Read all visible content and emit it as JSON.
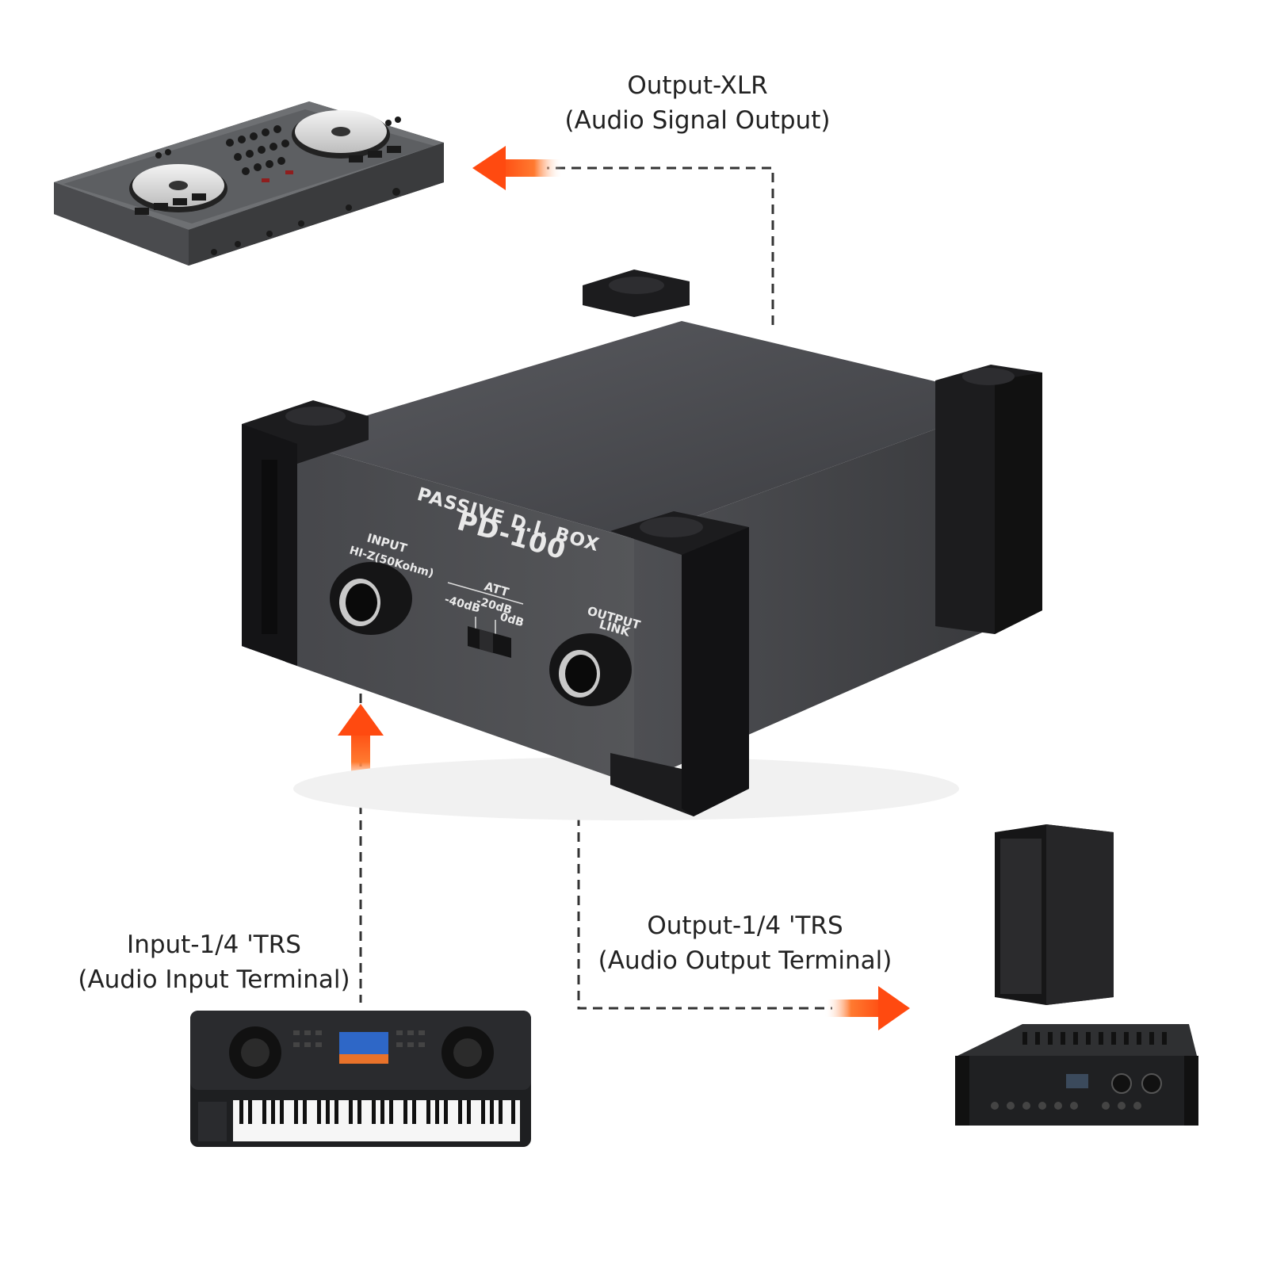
{
  "labels": {
    "output_xlr": {
      "title": "Output-XLR",
      "subtitle": "(Audio Signal Output)"
    },
    "input_trs": {
      "title": "Input-1/4 'TRS",
      "subtitle": "(Audio Input Terminal)"
    },
    "output_trs": {
      "title": "Output-1/4 'TRS",
      "subtitle": "(Audio Output Terminal)"
    }
  },
  "device": {
    "name_line1": "PASSIVE D.I. BOX",
    "model": "PD-100",
    "input_label": "INPUT",
    "input_impedance": "HI-Z(50Kohm)",
    "att_label": "ATT",
    "att_minus40": "-40dB",
    "att_minus20": "-20dB",
    "att_zero": "0dB",
    "output_label": "OUTPUT",
    "link_label": "LINK"
  },
  "colors": {
    "arrow_orange": "#ff5a1a",
    "arrow_fade": "#ffd7bf",
    "device_body": "#4a4b4f",
    "bracket": "#1c1c1e",
    "connector_line": "#333333"
  },
  "icons": {
    "dj_controller": "dj-controller-icon",
    "keyboard": "keyboard-icon",
    "speaker": "speaker-icon",
    "amplifier": "amplifier-icon"
  }
}
